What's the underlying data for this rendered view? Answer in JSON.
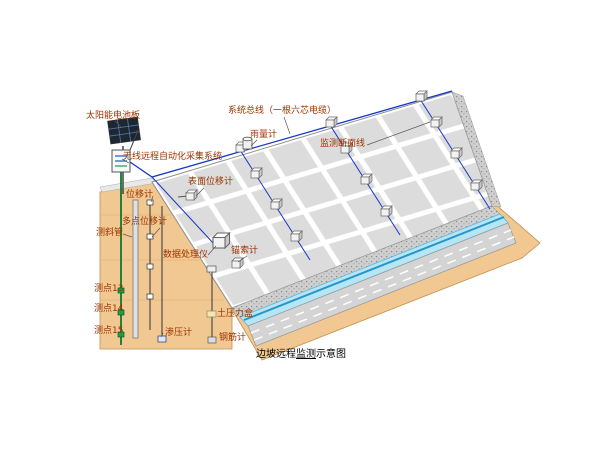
{
  "caption": {
    "pre": "边坡远程",
    "underlined": "监测",
    "post": "示意图"
  },
  "labels": {
    "solar_panel": "太阳能电池板",
    "system_bus": "系统总线（一根六芯电缆）",
    "rain_gauge": "雨量计",
    "section_line": "监测断面线",
    "wireless_station": "无线远程自动化采集系统",
    "surface_displacement": "表面位移计",
    "displacement": "位移计",
    "multipoint_displacement": "多点位移计",
    "inclinometer_tube": "测斜管",
    "data_processor": "数据处理仪",
    "anchor_meter": "锚索计",
    "point_13": "测点13",
    "point_14": "测点14",
    "point_15": "测点15",
    "seepage_meter": "渗压计",
    "earth_pressure_cell": "土压力盒",
    "rebar_meter": "钢筋计"
  },
  "colors": {
    "label_text": "#993300",
    "soil": "#F2C892",
    "slope_face": "#DCDCDC",
    "grid_beam": "#FFFFFF",
    "water_fill": "#B4E6F5",
    "water_line": "#2894CC",
    "road": "#D4D4D4",
    "cable_green": "#0B7A2B",
    "cable_blue": "#1738C8"
  }
}
